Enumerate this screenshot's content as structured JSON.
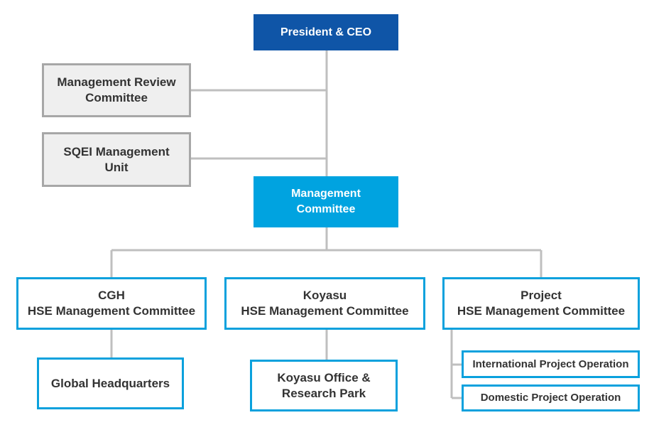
{
  "president": "President & CEO",
  "management_review": [
    "Management Review",
    "Committee"
  ],
  "sqei_unit": [
    "SQEI Management",
    "Unit"
  ],
  "management_committee": [
    "Management",
    "Committee"
  ],
  "committees": [
    [
      "CGH",
      "HSE Management Committee"
    ],
    [
      "Koyasu",
      "HSE Management Committee"
    ],
    [
      "Project",
      "HSE Management Committee"
    ]
  ],
  "units": {
    "global_hq": "Global Headquarters",
    "koyasu_office": [
      "Koyasu Office &",
      "Research Park"
    ],
    "international_ops": "International Project Operation",
    "domestic_ops": "Domestic Project Operation"
  },
  "colors": {
    "dark_blue": "#0f55a7",
    "bright_blue": "#00a3e0",
    "outline_blue": "#0aa1dd",
    "grey_fill": "#efefef",
    "grey_border": "#a7a7a7",
    "connector": "#bfbfbf"
  }
}
